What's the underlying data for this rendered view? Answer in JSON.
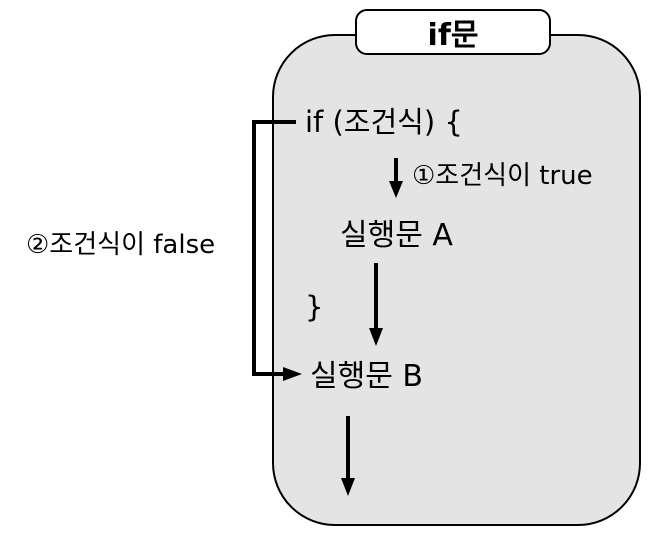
{
  "title": "if문",
  "code": {
    "if_line": "if (조건식) {",
    "statement_a": "실행문 A",
    "close_brace": "}",
    "statement_b": "실행문 B"
  },
  "edges": {
    "true_label": "①조건식이 true",
    "false_label": "②조건식이 false"
  },
  "colors": {
    "panel_fill": "#e4e4e4",
    "panel_stroke": "#000000",
    "arrow": "#000000"
  }
}
